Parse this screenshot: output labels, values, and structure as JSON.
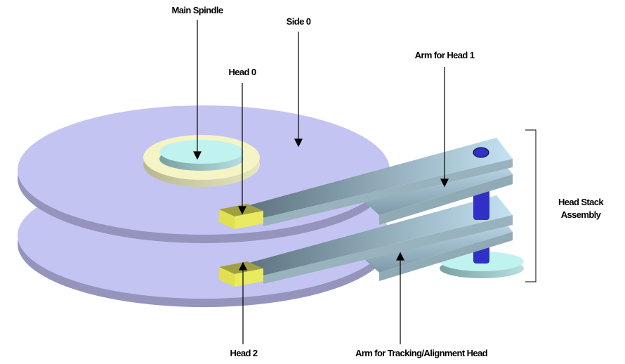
{
  "labels": {
    "main_spindle": "Main Spindle",
    "side0": "Side 0",
    "head0": "Head 0",
    "arm_head1": "Arm for Head 1",
    "hsa_line1": "Head Stack",
    "hsa_line2": "Assembly",
    "head2": "Head 2",
    "arm_tracking": "Arm for Tracking/Alignment Head"
  },
  "colors": {
    "platter": "#c4c4f2",
    "platter_edge": "#9494bc",
    "spindle_ring": "#f4f4c4",
    "spindle_hub": "#c0f2f0",
    "arm": "#a8c8d8",
    "head": "#e8e860",
    "pillar": "#3030c8"
  }
}
